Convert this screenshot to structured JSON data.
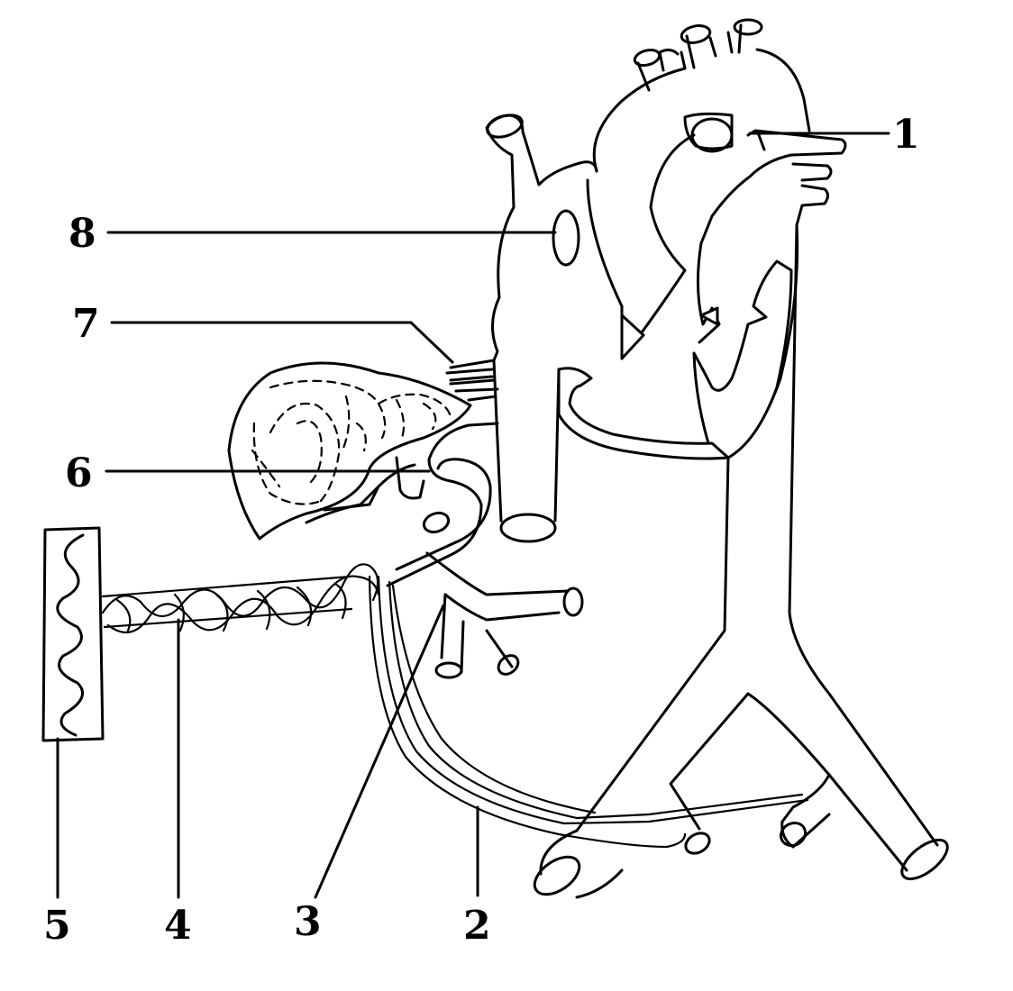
{
  "labels": {
    "l1": "1",
    "l2": "2",
    "l3": "3",
    "l4": "4",
    "l5": "5",
    "l6": "6",
    "l7": "7",
    "l8": "8"
  },
  "colors": {
    "ink": "#000000",
    "background": "#ffffff"
  }
}
